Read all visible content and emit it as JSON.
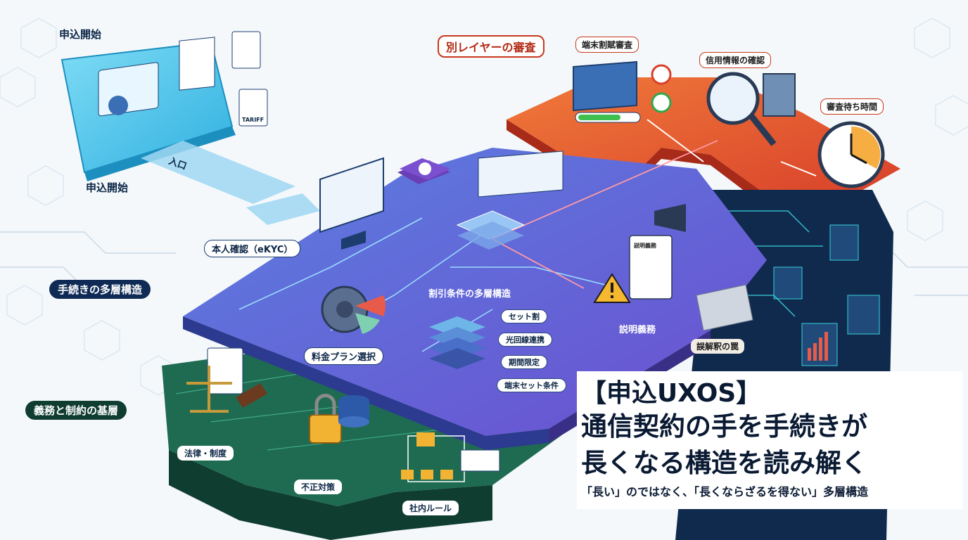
{
  "labels": {
    "apply_start_top": "申込開始",
    "apply_start_bottom": "申込開始",
    "entrance": "入口",
    "tariff": "TARIFF",
    "ekyc": "本人確認（eKYC）",
    "procedure_layers": "手続きの多層構造",
    "plan_select": "料金プラン選択",
    "discount_layers": "割引条件の多層構造",
    "set_discount": "セット割",
    "fiber_link": "光回線連携",
    "limited_period": "期間限定",
    "device_set": "端末セット条件",
    "explain_doc": "説明義務",
    "explain_duty": "説明義務",
    "misread_trap": "誤解釈の罠",
    "obligation_base": "義務と制約の基層",
    "law_system": "法律・制度",
    "fraud_measures": "不正対策",
    "internal_rules": "社内ルール",
    "review_layer": "別レイヤーの審査",
    "device_review": "端末割賦審査",
    "credit_check": "信用情報の確認",
    "review_wait": "審査待ち時間"
  },
  "title": {
    "line1": "【申込UXOS】",
    "line2": "通信契約の手を手続きが",
    "line3": "長くなる構造を読み解く",
    "subtitle": "「長い」のではなく、「長くならざるを得ない」多層構造"
  },
  "colors": {
    "navy": "#0f2a55",
    "blue_layer": "#4b6fd6",
    "violet_layer": "#6a57d0",
    "green_base": "#1f6b52",
    "orange_review": "#e8582a",
    "cyan_panel": "#4fc6ec",
    "alert_red": "#c7391c"
  }
}
